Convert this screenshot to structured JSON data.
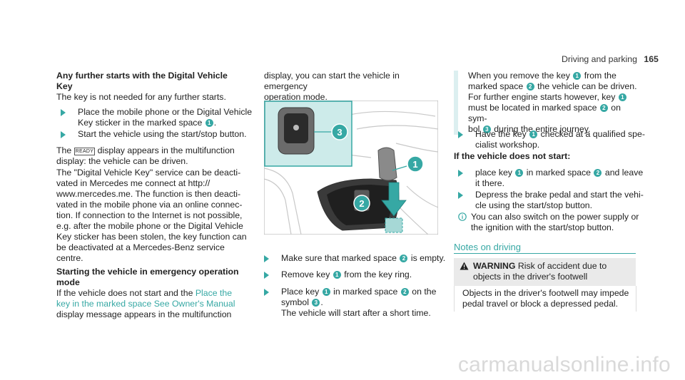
{
  "header": {
    "section": "Driving and parking",
    "page_number": "165"
  },
  "col1": {
    "heading1_line1": "Any further starts with the Digital Vehicle",
    "heading1_line2": "Key",
    "intro": "The key is not needed for any further starts.",
    "step1_line1": "Place the mobile phone or the Digital Vehicle",
    "step1_line2a": "Key sticker in the marked space",
    "step1_line2b": ".",
    "step2": "Start the vehicle using the start/stop button.",
    "ready_pre": "The",
    "ready_icon": "READY",
    "ready_post": "display appears in the multifunction",
    "ready_line2": "display: the vehicle can be driven.",
    "para_lines": [
      "The \"Digital Vehicle Key\" service can be deacti-",
      "vated in Mercedes me connect at http://",
      "www.mercedes.me. The function is then deacti-",
      "vated in the mobile phone via an online connec-",
      "tion. If connection to the Internet is not possible,",
      "e.g. after the mobile phone or the Digital Vehicle",
      "Key sticker has been stolen, the key function can",
      "be deactivated at a Mercedes-Benz service",
      "centre."
    ],
    "heading2_line1": "Starting the vehicle in emergency operation",
    "heading2_line2": "mode",
    "emerg_line1_pre": "If the vehicle does not start and the",
    "emerg_link1": "Place the",
    "emerg_link2": "key in the marked space See Owner's Manual",
    "emerg_line3": "display message appears in the multifunction"
  },
  "col2": {
    "cont_line1": "display, you can start the vehicle in emergency",
    "cont_line2": "operation mode.",
    "callouts": [
      "3",
      "1",
      "2"
    ],
    "step1_pre": "Make sure that marked space",
    "step1_post": "is empty.",
    "step2_pre": "Remove key",
    "step2_post": "from the key ring.",
    "step3_pre": "Place key",
    "step3_mid": "in marked space",
    "step3_post": "on the",
    "step3_line2_pre": "symbol",
    "step3_line2_post": ".",
    "step3_line3": "The vehicle will start after a short time."
  },
  "col3": {
    "note_line1_pre": "When you remove the key",
    "note_line1_post": "from the",
    "note_line2_pre": "marked space",
    "note_line2_post": "the vehicle can be driven.",
    "note_line3_pre": "For further engine starts however, key",
    "note_line4_pre": "must be located in marked space",
    "note_line4_post": "on sym-",
    "note_line5_pre": "bol",
    "note_line5_post": "during the entire journey.",
    "step1_line1": "Have the key",
    "step1_line1b": "checked at a qualified spe-",
    "step1_line2": "cialist workshop.",
    "heading": "If the vehicle does not start:",
    "step2_pre": "place key",
    "step2_mid": "in marked space",
    "step2_post": "and leave",
    "step2_line2": "it there.",
    "step3_line1": "Depress the brake pedal and start the vehi-",
    "step3_line2": "cle using the start/stop button.",
    "info_line1": "You can also switch on the power supply or",
    "info_line2": "the ignition with the start/stop button.",
    "notes_heading": "Notes on driving",
    "warning_label": "WARNING",
    "warning_line1": "Risk of accident due to",
    "warning_line2": "objects in the driver's footwell",
    "warning_body1": "Objects in the driver's footwell may impede",
    "warning_body2": "pedal travel or block a depressed pedal."
  },
  "markers": {
    "one": "1",
    "two": "2",
    "three": "3"
  },
  "footer": {
    "watermark": "carmanualsonline.info"
  },
  "colors": {
    "accent": "#36a8a4",
    "bar": "#dceff0",
    "warning_bg": "#eaeaea"
  }
}
